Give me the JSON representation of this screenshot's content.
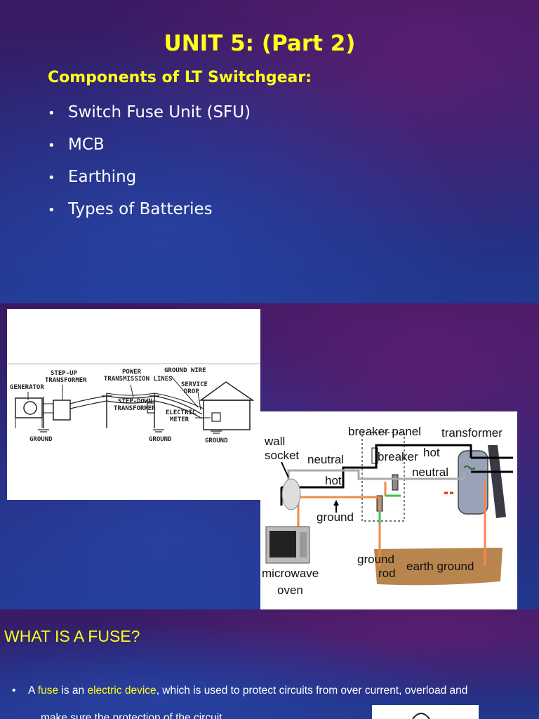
{
  "slide1": {
    "title": "UNIT 5: (Part 2)",
    "subtitle": "Components of LT Switchgear:",
    "bullets": [
      "Switch Fuse Unit (SFU)",
      "MCB",
      "Earthing",
      "Types of Batteries"
    ]
  },
  "diagram1": {
    "generator": "GENERATOR",
    "stepup_1": "STEP-UP",
    "stepup_2": "TRANSFORMER",
    "power_1": "POWER",
    "power_2": "TRANSMISSION LINES",
    "ground_wire": "GROUND WIRE",
    "service_1": "SERVICE",
    "service_2": "DROP",
    "stepdown_1": "STEP-DOWN",
    "stepdown_2": "TRANSFORMER",
    "meter_1": "ELECTRIC",
    "meter_2": "METER",
    "ground": "GROUND"
  },
  "diagram2": {
    "wall": "wall",
    "socket": "socket",
    "neutral": "neutral",
    "hot": "hot",
    "ground": "ground",
    "breaker_panel": "breaker panel",
    "breaker": "breaker",
    "transformer": "transformer",
    "hot_right": "hot",
    "neutral_right": "neutral",
    "microwave": "microwave",
    "oven": "oven",
    "ground_rod_1": "ground",
    "ground_rod_2": "rod",
    "earth_ground": "earth ground"
  },
  "slide3": {
    "title": "WHAT IS A FUSE?",
    "line1_a": "A ",
    "line1_fuse": "fuse",
    "line1_b": " is an ",
    "line1_device": "electric device",
    "line1_c": ", which is used to protect circuits from over current, overload and",
    "line2": "make sure the protection of the circuit."
  },
  "colors": {
    "accent_yellow": "#ffff1a",
    "text_white": "#ffffff",
    "bg_purple": "#2a1b5c",
    "wire_orange": "#f08a4b",
    "wire_green": "#3fbf4f",
    "earth_brown": "#b9854f"
  }
}
